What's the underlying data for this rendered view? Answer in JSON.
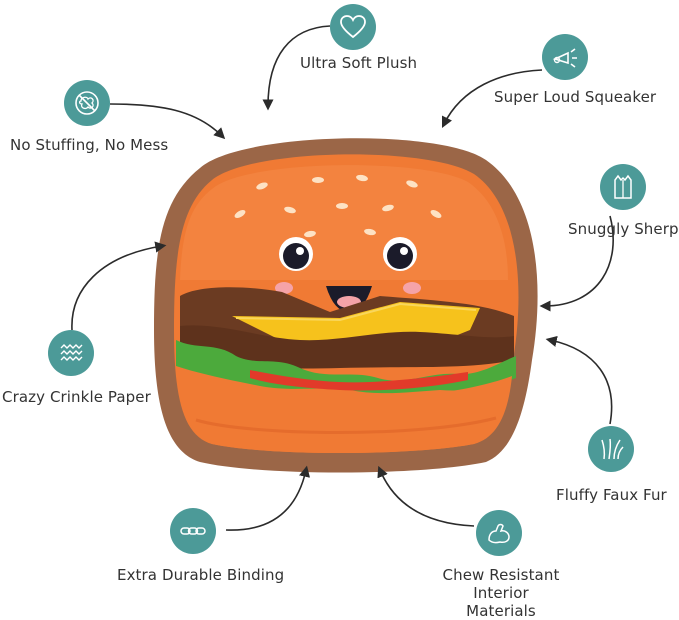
{
  "colors": {
    "badge": "#4c9a98",
    "bun": "#f07a34",
    "bun_dark": "#dd6228",
    "binding": "#9b6647",
    "patty": "#6b3b22",
    "cheese": "#f6c21c",
    "lettuce": "#4caa3c",
    "tomato": "#e23a2a",
    "arrow": "#2b2b2b"
  },
  "features": [
    {
      "id": "ultra-soft-plush",
      "label": "Ultra Soft Plush",
      "icon": "heart-icon"
    },
    {
      "id": "super-loud-squeaker",
      "label": "Super Loud Squeaker",
      "icon": "squeaker-icon"
    },
    {
      "id": "no-stuffing",
      "label": "No Stuffing, No Mess",
      "icon": "no-stuffing-icon"
    },
    {
      "id": "snuggly-sherpa",
      "label": "Snuggly Sherpa",
      "icon": "vest-icon"
    },
    {
      "id": "crazy-crinkle-paper",
      "label": "Crazy Crinkle Paper",
      "icon": "waves-icon"
    },
    {
      "id": "fluffy-faux-fur",
      "label": "Fluffy Faux Fur",
      "icon": "fur-icon"
    },
    {
      "id": "extra-durable-binding",
      "label": "Extra Durable Binding",
      "icon": "chain-icon"
    },
    {
      "id": "chew-resistant",
      "label_line1": "Chew Resistant",
      "label_line2": "Interior Materials",
      "icon": "muscle-icon"
    }
  ]
}
